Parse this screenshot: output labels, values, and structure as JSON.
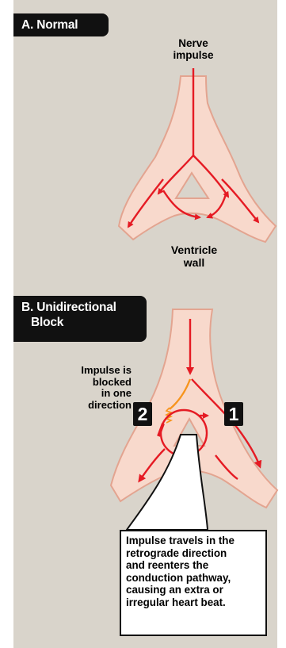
{
  "panel_a": {
    "header": "A. Normal",
    "nerve_label_1": "Nerve",
    "nerve_label_2": "impulse",
    "ventricle_label_1": "Ventricle",
    "ventricle_label_2": "wall"
  },
  "panel_b": {
    "header_1": "B. Unidirectional",
    "header_2": "Block",
    "blocked_label_1": "Impulse is",
    "blocked_label_2": "blocked",
    "blocked_label_3": "in one",
    "blocked_label_4": "direction",
    "marker_1": "1",
    "marker_2": "2",
    "callout_lines": [
      "Impulse travels in the",
      "retrograde direction",
      "and reenters the",
      "conduction pathway,",
      "causing an extra or",
      "irregular heart beat."
    ]
  },
  "colors": {
    "panel_bg": "#d9d4cb",
    "tissue_fill": "#f8d9cc",
    "tissue_stroke": "#e3a490",
    "arrow_red": "#e51b24",
    "block_orange": "#f7941d",
    "header_bg": "#111111"
  }
}
